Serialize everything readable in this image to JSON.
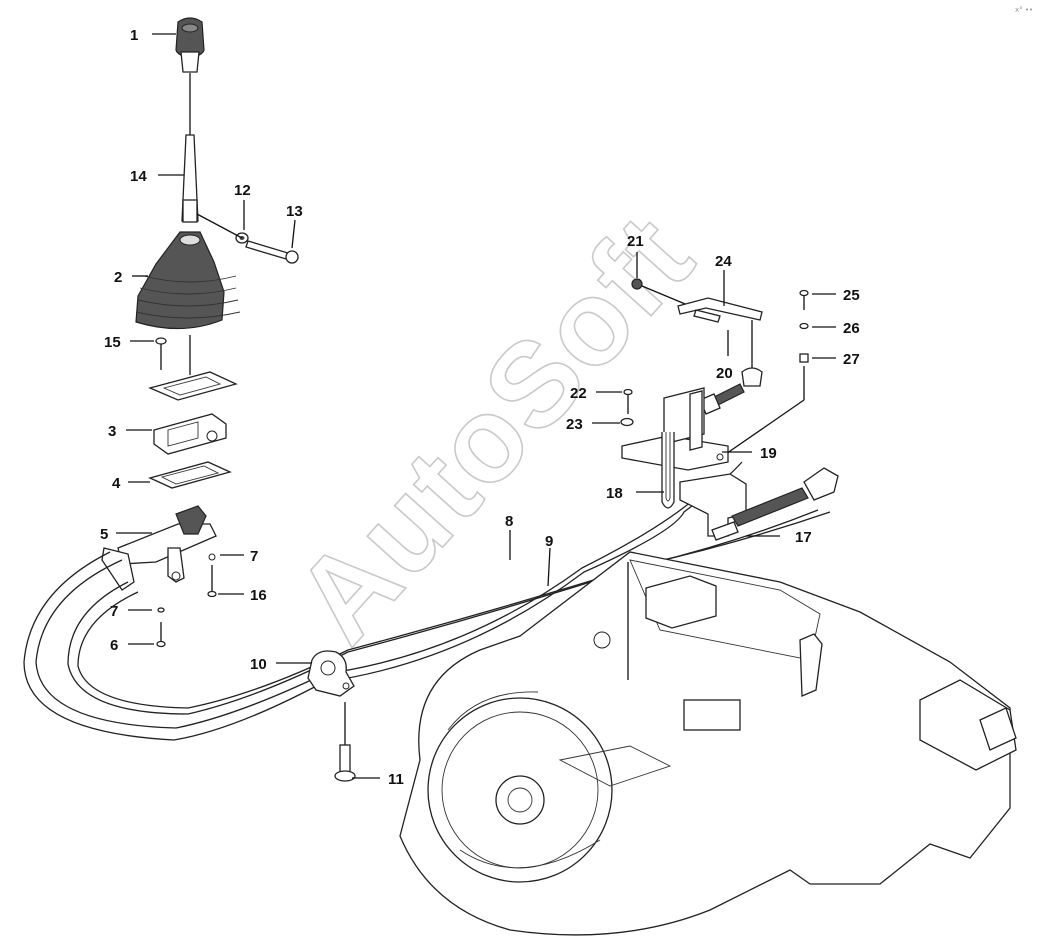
{
  "watermark": "AutoSoft",
  "corner_mark": "x° ••",
  "callouts": [
    {
      "id": "c1",
      "text": "1"
    },
    {
      "id": "c14",
      "text": "14"
    },
    {
      "id": "c12",
      "text": "12"
    },
    {
      "id": "c13",
      "text": "13"
    },
    {
      "id": "c2",
      "text": "2"
    },
    {
      "id": "c15",
      "text": "15"
    },
    {
      "id": "c3",
      "text": "3"
    },
    {
      "id": "c4",
      "text": "4"
    },
    {
      "id": "c5",
      "text": "5"
    },
    {
      "id": "c7a",
      "text": "7"
    },
    {
      "id": "c16",
      "text": "16"
    },
    {
      "id": "c7b",
      "text": "7"
    },
    {
      "id": "c6",
      "text": "6"
    },
    {
      "id": "c10",
      "text": "10"
    },
    {
      "id": "c11",
      "text": "11"
    },
    {
      "id": "c8",
      "text": "8"
    },
    {
      "id": "c9",
      "text": "9"
    },
    {
      "id": "c17",
      "text": "17"
    },
    {
      "id": "c18",
      "text": "18"
    },
    {
      "id": "c19",
      "text": "19"
    },
    {
      "id": "c21",
      "text": "21"
    },
    {
      "id": "c24",
      "text": "24"
    },
    {
      "id": "c25",
      "text": "25"
    },
    {
      "id": "c26",
      "text": "26"
    },
    {
      "id": "c27",
      "text": "27"
    },
    {
      "id": "c20",
      "text": "20"
    },
    {
      "id": "c22",
      "text": "22"
    },
    {
      "id": "c23",
      "text": "23"
    }
  ]
}
